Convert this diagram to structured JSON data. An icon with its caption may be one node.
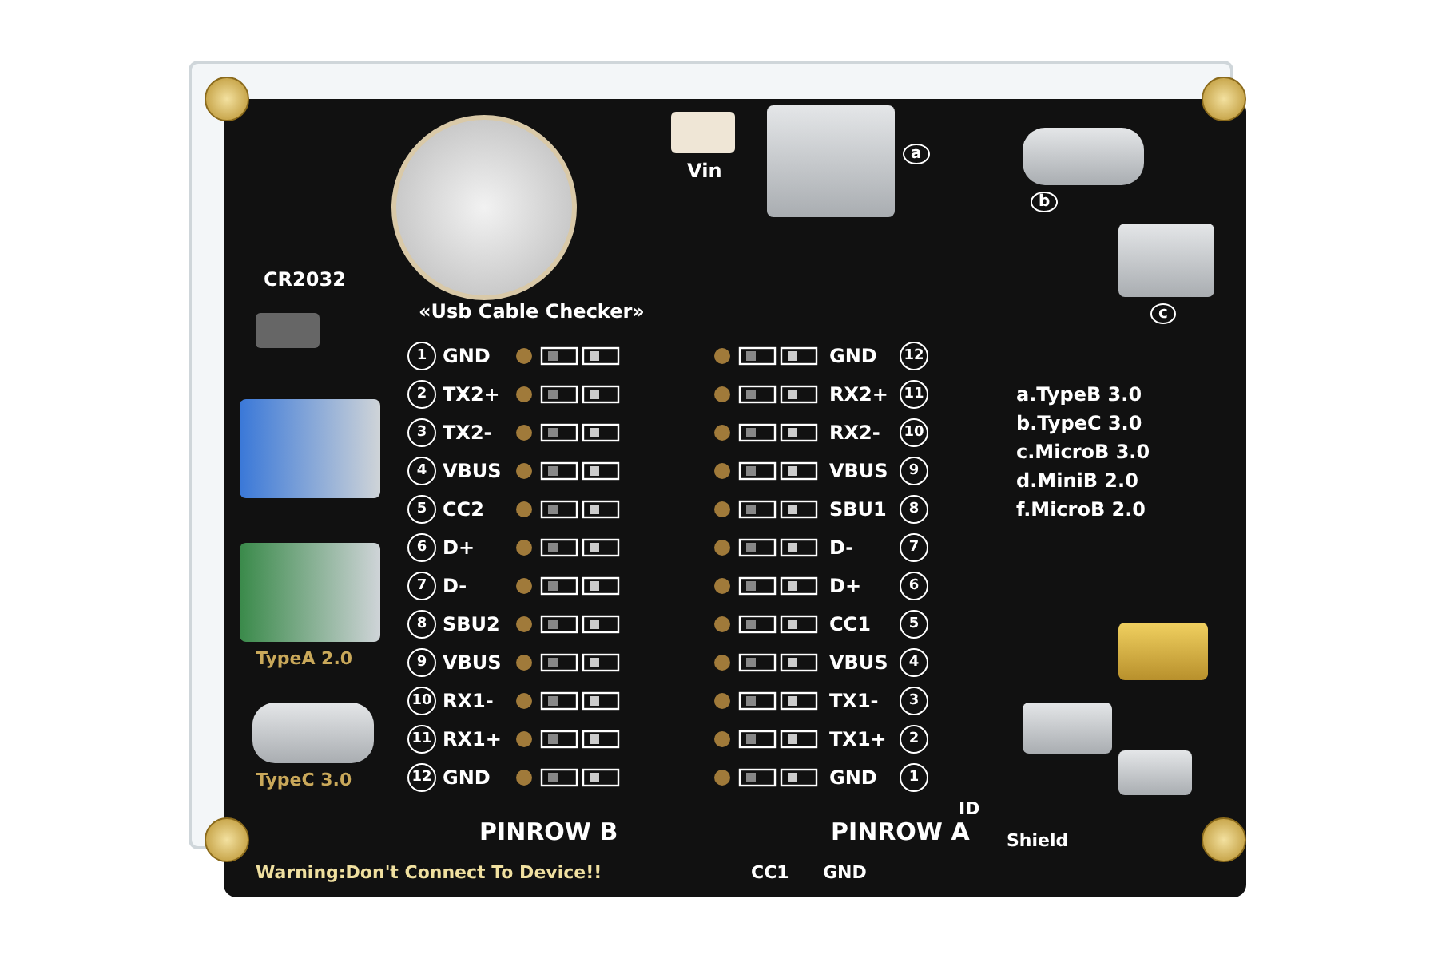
{
  "diagram": {
    "labels": [
      "Vin",
      "CR2032",
      "«Usb Cable Checker»",
      "1",
      "GND",
      "2",
      "TX2+",
      "3",
      "TX2-",
      "4",
      "VBUS",
      "5",
      "CC2",
      "6",
      "D+",
      "7",
      "D-",
      "8",
      "SBU2",
      "9",
      "VBUS",
      "10",
      "RX1-",
      "11",
      "RX1+",
      "12",
      "GND",
      "PINROW B",
      "PINROW A",
      "GND",
      "12",
      "RX2+",
      "11",
      "RX2-",
      "10",
      "VBUS",
      "9",
      "SBU1",
      "8",
      "D-",
      "7",
      "D+",
      "6",
      "CC1",
      "5",
      "VBUS",
      "4",
      "TX1-",
      "3",
      "TX1+",
      "2",
      "GND",
      "1",
      "Warning:Don't Connect To Device!!",
      "TypeA 2.0",
      "TypeC 3.0",
      "a.TypeB 3.0",
      "b.TypeC 3.0",
      "c.MicroB 3.0",
      "d.MiniB 2.0",
      "f.MicroB 2.0",
      "ID",
      "Shield",
      "CC1",
      "GND",
      "a",
      "b",
      "c"
    ]
  }
}
